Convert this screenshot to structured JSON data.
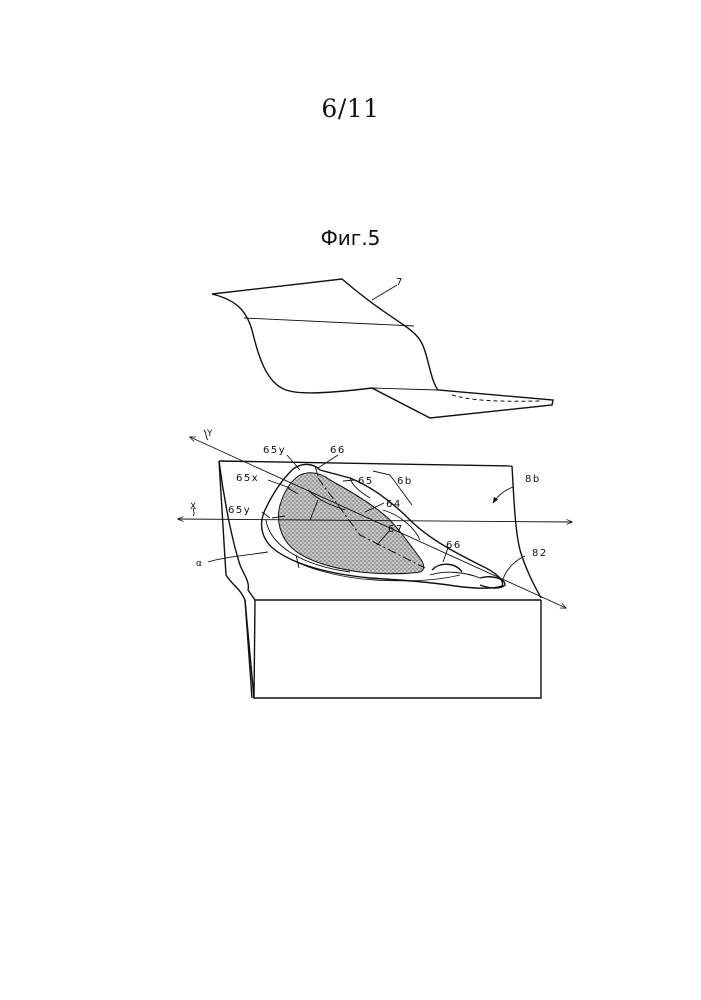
{
  "page": {
    "number": "6/11"
  },
  "figure": {
    "title": "Фиг.5",
    "labels": {
      "sheet": "7",
      "die": "8b",
      "axis_y": "Y",
      "axis_x": "X",
      "flange_y_top": "65y",
      "region_66_top": "66",
      "flange_x": "65x",
      "flange_65": "65",
      "blank_6b": "6b",
      "flange_y_left": "65y",
      "ridge_64": "64",
      "line_67": "67",
      "region_66_right": "66",
      "angle_alpha": "α",
      "cavity_82": "82"
    }
  }
}
